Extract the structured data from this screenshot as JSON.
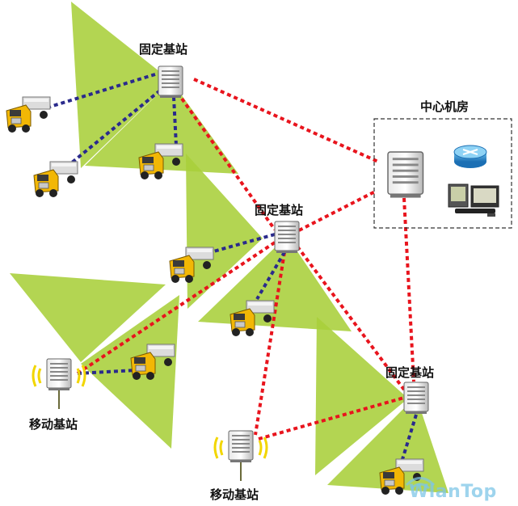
{
  "labels": {
    "fixed_station_1": "固定基站",
    "fixed_station_2": "固定基站",
    "fixed_station_3": "固定基站",
    "mobile_station_1": "移动基站",
    "mobile_station_2": "移动基站",
    "central_room": "中心机房"
  },
  "watermark": "WlanTop",
  "colors": {
    "coverage_fill": "#a8cf3a",
    "backhaul_link": "#e8141d",
    "access_link": "#2a2a8c",
    "truck_body": "#f2b705"
  }
}
